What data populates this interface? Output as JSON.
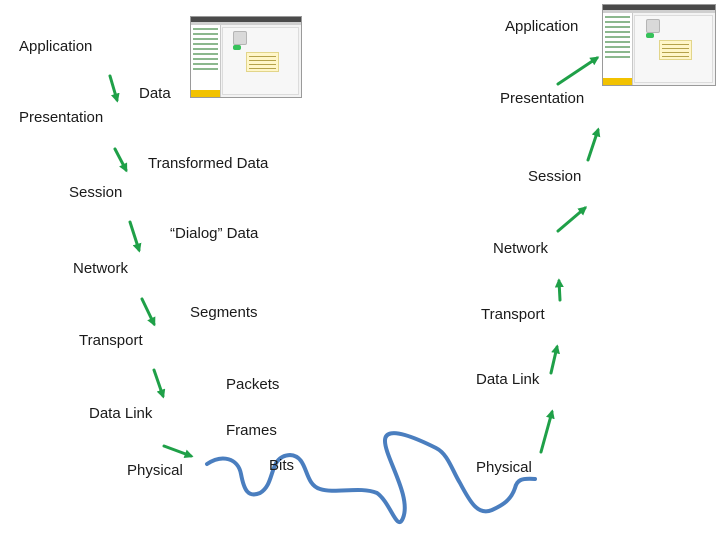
{
  "sender": {
    "application": "Application",
    "data": "Data",
    "presentation": "Presentation",
    "transformed_data": "Transformed Data",
    "session": "Session",
    "dialog_data": "“Dialog” Data",
    "network": "Network",
    "segments": "Segments",
    "transport": "Transport",
    "packets": "Packets",
    "data_link": "Data Link",
    "frames": "Frames",
    "physical": "Physical"
  },
  "medium": {
    "bits": "Bits"
  },
  "receiver": {
    "application": "Application",
    "presentation": "Presentation",
    "session": "Session",
    "network": "Network",
    "transport": "Transport",
    "data_link": "Data Link",
    "physical": "Physical"
  },
  "colors": {
    "arrow": "#1fa048",
    "cable": "#4a7ebf",
    "text": "#1a1a1a"
  },
  "icons": {
    "screenshot": "chat-application-window-thumbnail"
  }
}
